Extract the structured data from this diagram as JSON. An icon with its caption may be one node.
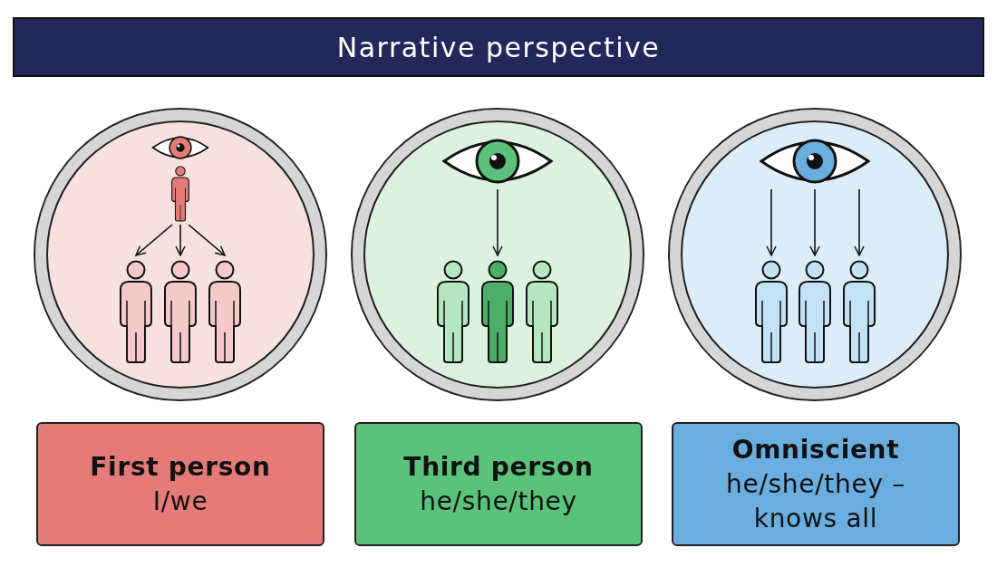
{
  "diagram": {
    "title": "Narrative perspective",
    "nodes": [
      {
        "text": [],
        "shape": "circle"
      },
      {
        "text": [],
        "shape": "picture",
        "in": 0
      },
      {
        "text": [],
        "shape": "person",
        "in": 0
      },
      {
        "text": [],
        "shape": "person",
        "in": 0
      },
      {
        "text": [],
        "shape": "person",
        "in": 0
      },
      {
        "text": [],
        "shape": "person",
        "in": 0
      },
      {
        "text": [],
        "shape": "circle"
      },
      {
        "text": [],
        "shape": "picture",
        "in": 6
      },
      {
        "text": [],
        "shape": "person",
        "in": 6
      },
      {
        "text": [],
        "shape": "person",
        "in": 6
      },
      {
        "text": [],
        "shape": "person",
        "in": 6
      },
      {
        "text": [],
        "shape": "circle"
      },
      {
        "text": [],
        "shape": "picture",
        "in": 11
      },
      {
        "text": [],
        "shape": "person",
        "in": 11
      },
      {
        "text": [],
        "shape": "person",
        "in": 11
      },
      {
        "text": [],
        "shape": "person",
        "in": 11
      },
      {
        "text": [
          "First person",
          "I/we"
        ]
      },
      {
        "text": [
          "Third person",
          "he/she/they"
        ]
      },
      {
        "text": [
          "Omniscient",
          "he/she/they – knows all"
        ]
      }
    ],
    "edges": [
      {
        "from": 2,
        "to": 3,
        "arrow": "to"
      },
      {
        "from": 2,
        "to": 4,
        "arrow": "to"
      },
      {
        "from": 2,
        "to": 5,
        "arrow": "to"
      },
      {
        "from": 7,
        "to": 9,
        "arrow": "to"
      },
      {
        "from": 12,
        "to": 13,
        "arrow": "to"
      },
      {
        "from": 12,
        "to": 14,
        "arrow": "to"
      },
      {
        "from": 12,
        "to": 15,
        "arrow": "to"
      }
    ]
  }
}
